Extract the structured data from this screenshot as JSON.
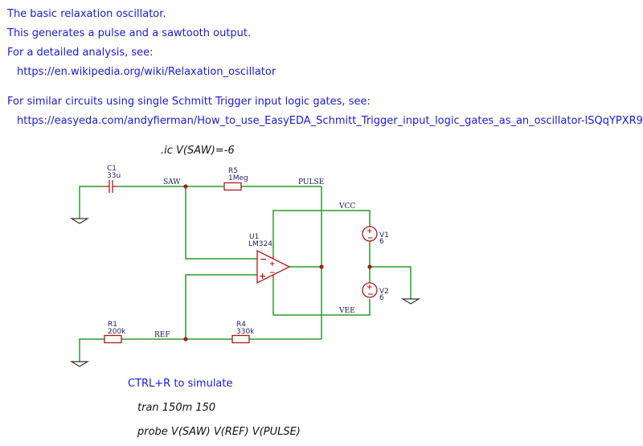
{
  "notes": [
    "The basic relaxation oscillator.",
    "This generates a pulse and a sawtooth output.",
    "For a detailed analysis, see:",
    "https://en.wikipedia.org/wiki/Relaxation_oscillator",
    "For similar circuits using single Schmitt Trigger input logic gates, see:",
    "https://easyeda.com/andyfierman/How_to_use_EasyEDA_Schmitt_Trigger_input_logic_gates_as_an_oscillator-lSQqYPXR9",
    "CTRL+R to simulate"
  ],
  "spice": {
    "ic": ".ic V(SAW)=-6",
    "tran": "tran 150m 150",
    "probe": "probe V(SAW) V(REF) V(PULSE)"
  },
  "components": {
    "c1": {
      "ref": "C1",
      "value": "33u"
    },
    "r5": {
      "ref": "R5",
      "value": "1Meg"
    },
    "u1": {
      "ref": "U1",
      "value": "LM324"
    },
    "r1": {
      "ref": "R1",
      "value": "200k"
    },
    "r4": {
      "ref": "R4",
      "value": "330k"
    },
    "v1": {
      "ref": "V1",
      "value": "6"
    },
    "v2": {
      "ref": "V2",
      "value": "6"
    }
  },
  "nets": {
    "saw": "SAW",
    "pulse": "PULSE",
    "vcc": "VCC",
    "vee": "VEE",
    "ref": "REF"
  },
  "colors": {
    "note_text": "#1a1ad6",
    "wire": "#2b9a2b",
    "component": "#b01818"
  }
}
